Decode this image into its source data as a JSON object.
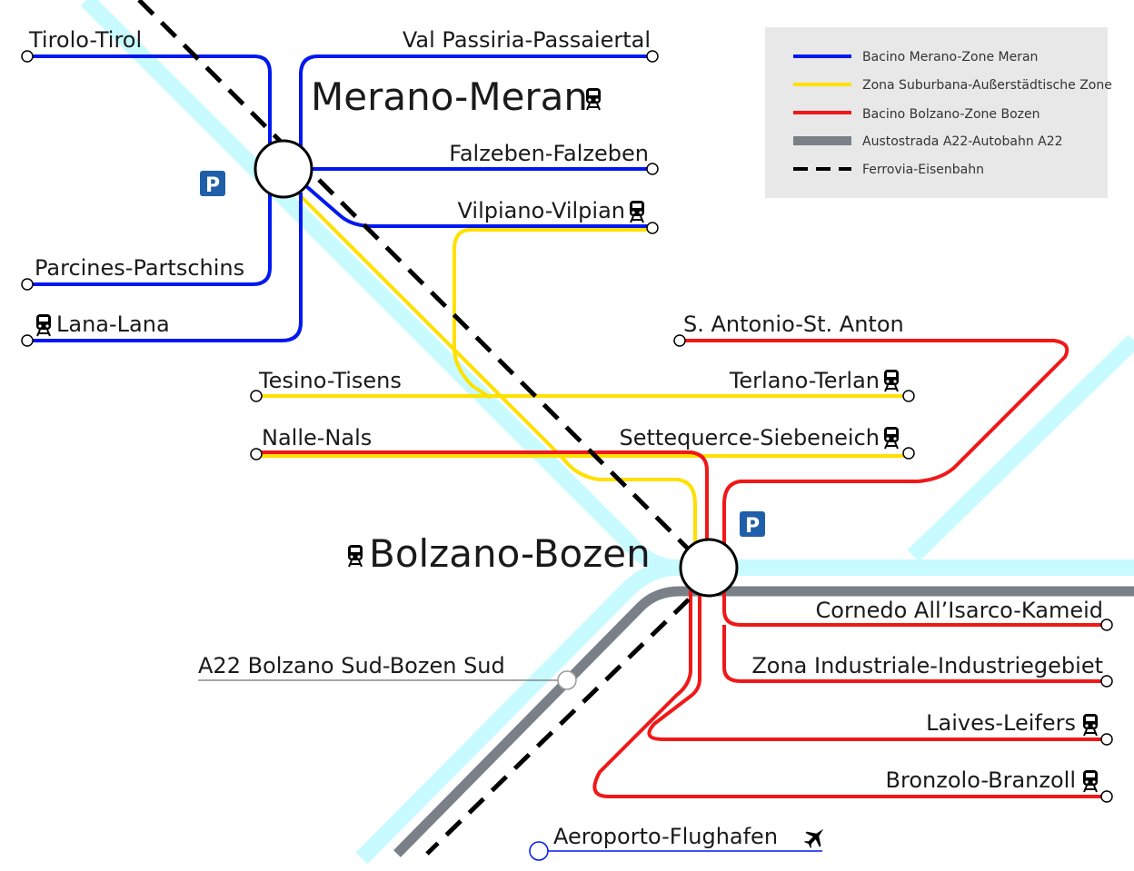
{
  "colors": {
    "merano": "#0018f0",
    "suburban": "#ffe000",
    "bolzano": "#f01818",
    "motorway": "#7a8088",
    "railway": "#000000",
    "river": "#c8fbff",
    "parking": "#1f5ea8",
    "legend_bg": "#e8e8e8"
  },
  "legend": [
    {
      "label": "Bacino Merano-Zone Meran",
      "color": "#0018f0",
      "style": "solid"
    },
    {
      "label": "Zona Suburbana-Außerstädtische Zone",
      "color": "#ffe000",
      "style": "solid"
    },
    {
      "label": "Bacino Bolzano-Zone Bozen",
      "color": "#f01818",
      "style": "solid"
    },
    {
      "label": "Austostrada A22-Autobahn A22",
      "color": "#7a8088",
      "style": "thick"
    },
    {
      "label": "Ferrovia-Eisenbahn",
      "color": "#000000",
      "style": "dashed"
    }
  ],
  "hubs": {
    "merano": "Merano-Meran",
    "bolzano": "Bolzano-Bozen"
  },
  "stations": {
    "tirolo": "Tirolo-Tirol",
    "val_passiria": "Val Passiria-Passaiertal",
    "falzeben": "Falzeben-Falzeben",
    "vilpiano": "Vilpiano-Vilpian",
    "parcines": "Parcines-Partschins",
    "lana": "Lana-Lana",
    "tesino": "Tesino-Tisens",
    "terlano": "Terlano-Terlan",
    "nalle": "Nalle-Nals",
    "settequerce": "Settequerce-Siebeneich",
    "s_antonio": "S. Antonio-St. Anton",
    "cornedo": "Cornedo All’Isarco-Kameid",
    "zona_industriale": "Zona Industriale-Industriegebiet",
    "laives": "Laives-Leifers",
    "bronzolo": "Bronzolo-Branzoll",
    "a22_sud": "A22 Bolzano Sud-Bozen Sud",
    "aeroporto": "Aeroporto-Flughafen"
  },
  "icons": {
    "train": "train-icon",
    "parking": "parking-icon",
    "airplane": "airplane-icon",
    "parking_letter": "P"
  }
}
